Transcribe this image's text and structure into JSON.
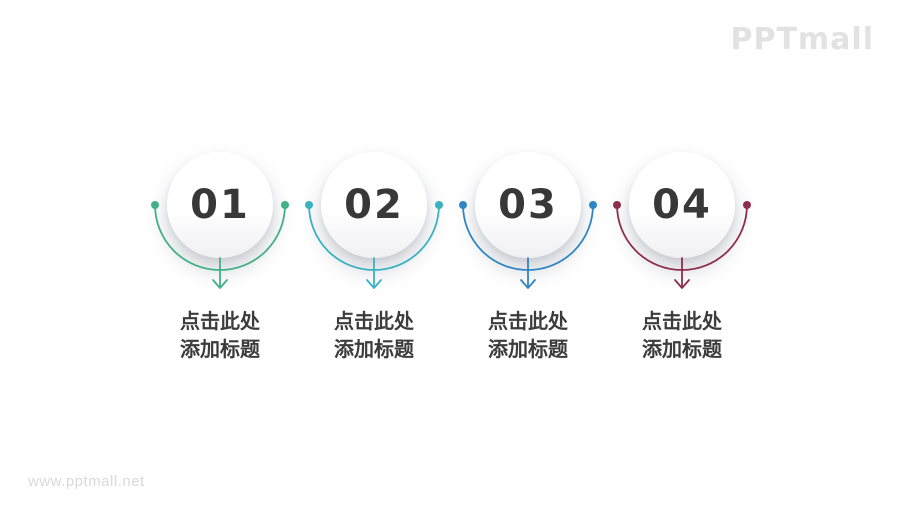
{
  "slide": {
    "logo": "PPTmall",
    "watermark": "www.pptmall.net",
    "background_color": "#ffffff",
    "number_color": "#383838",
    "title_color": "#3c3c3c",
    "logo_color": "#e2e2e2",
    "watermark_color": "#d9d9d9"
  },
  "items": [
    {
      "number": "01",
      "title_line1": "点击此处",
      "title_line2": "添加标题",
      "color": "#41B087"
    },
    {
      "number": "02",
      "title_line1": "点击此处",
      "title_line2": "添加标题",
      "color": "#38B2C0"
    },
    {
      "number": "03",
      "title_line1": "点击此处",
      "title_line2": "添加标题",
      "color": "#2F86C3"
    },
    {
      "number": "04",
      "title_line1": "点击此处",
      "title_line2": "添加标题",
      "color": "#8E2D4E"
    }
  ]
}
